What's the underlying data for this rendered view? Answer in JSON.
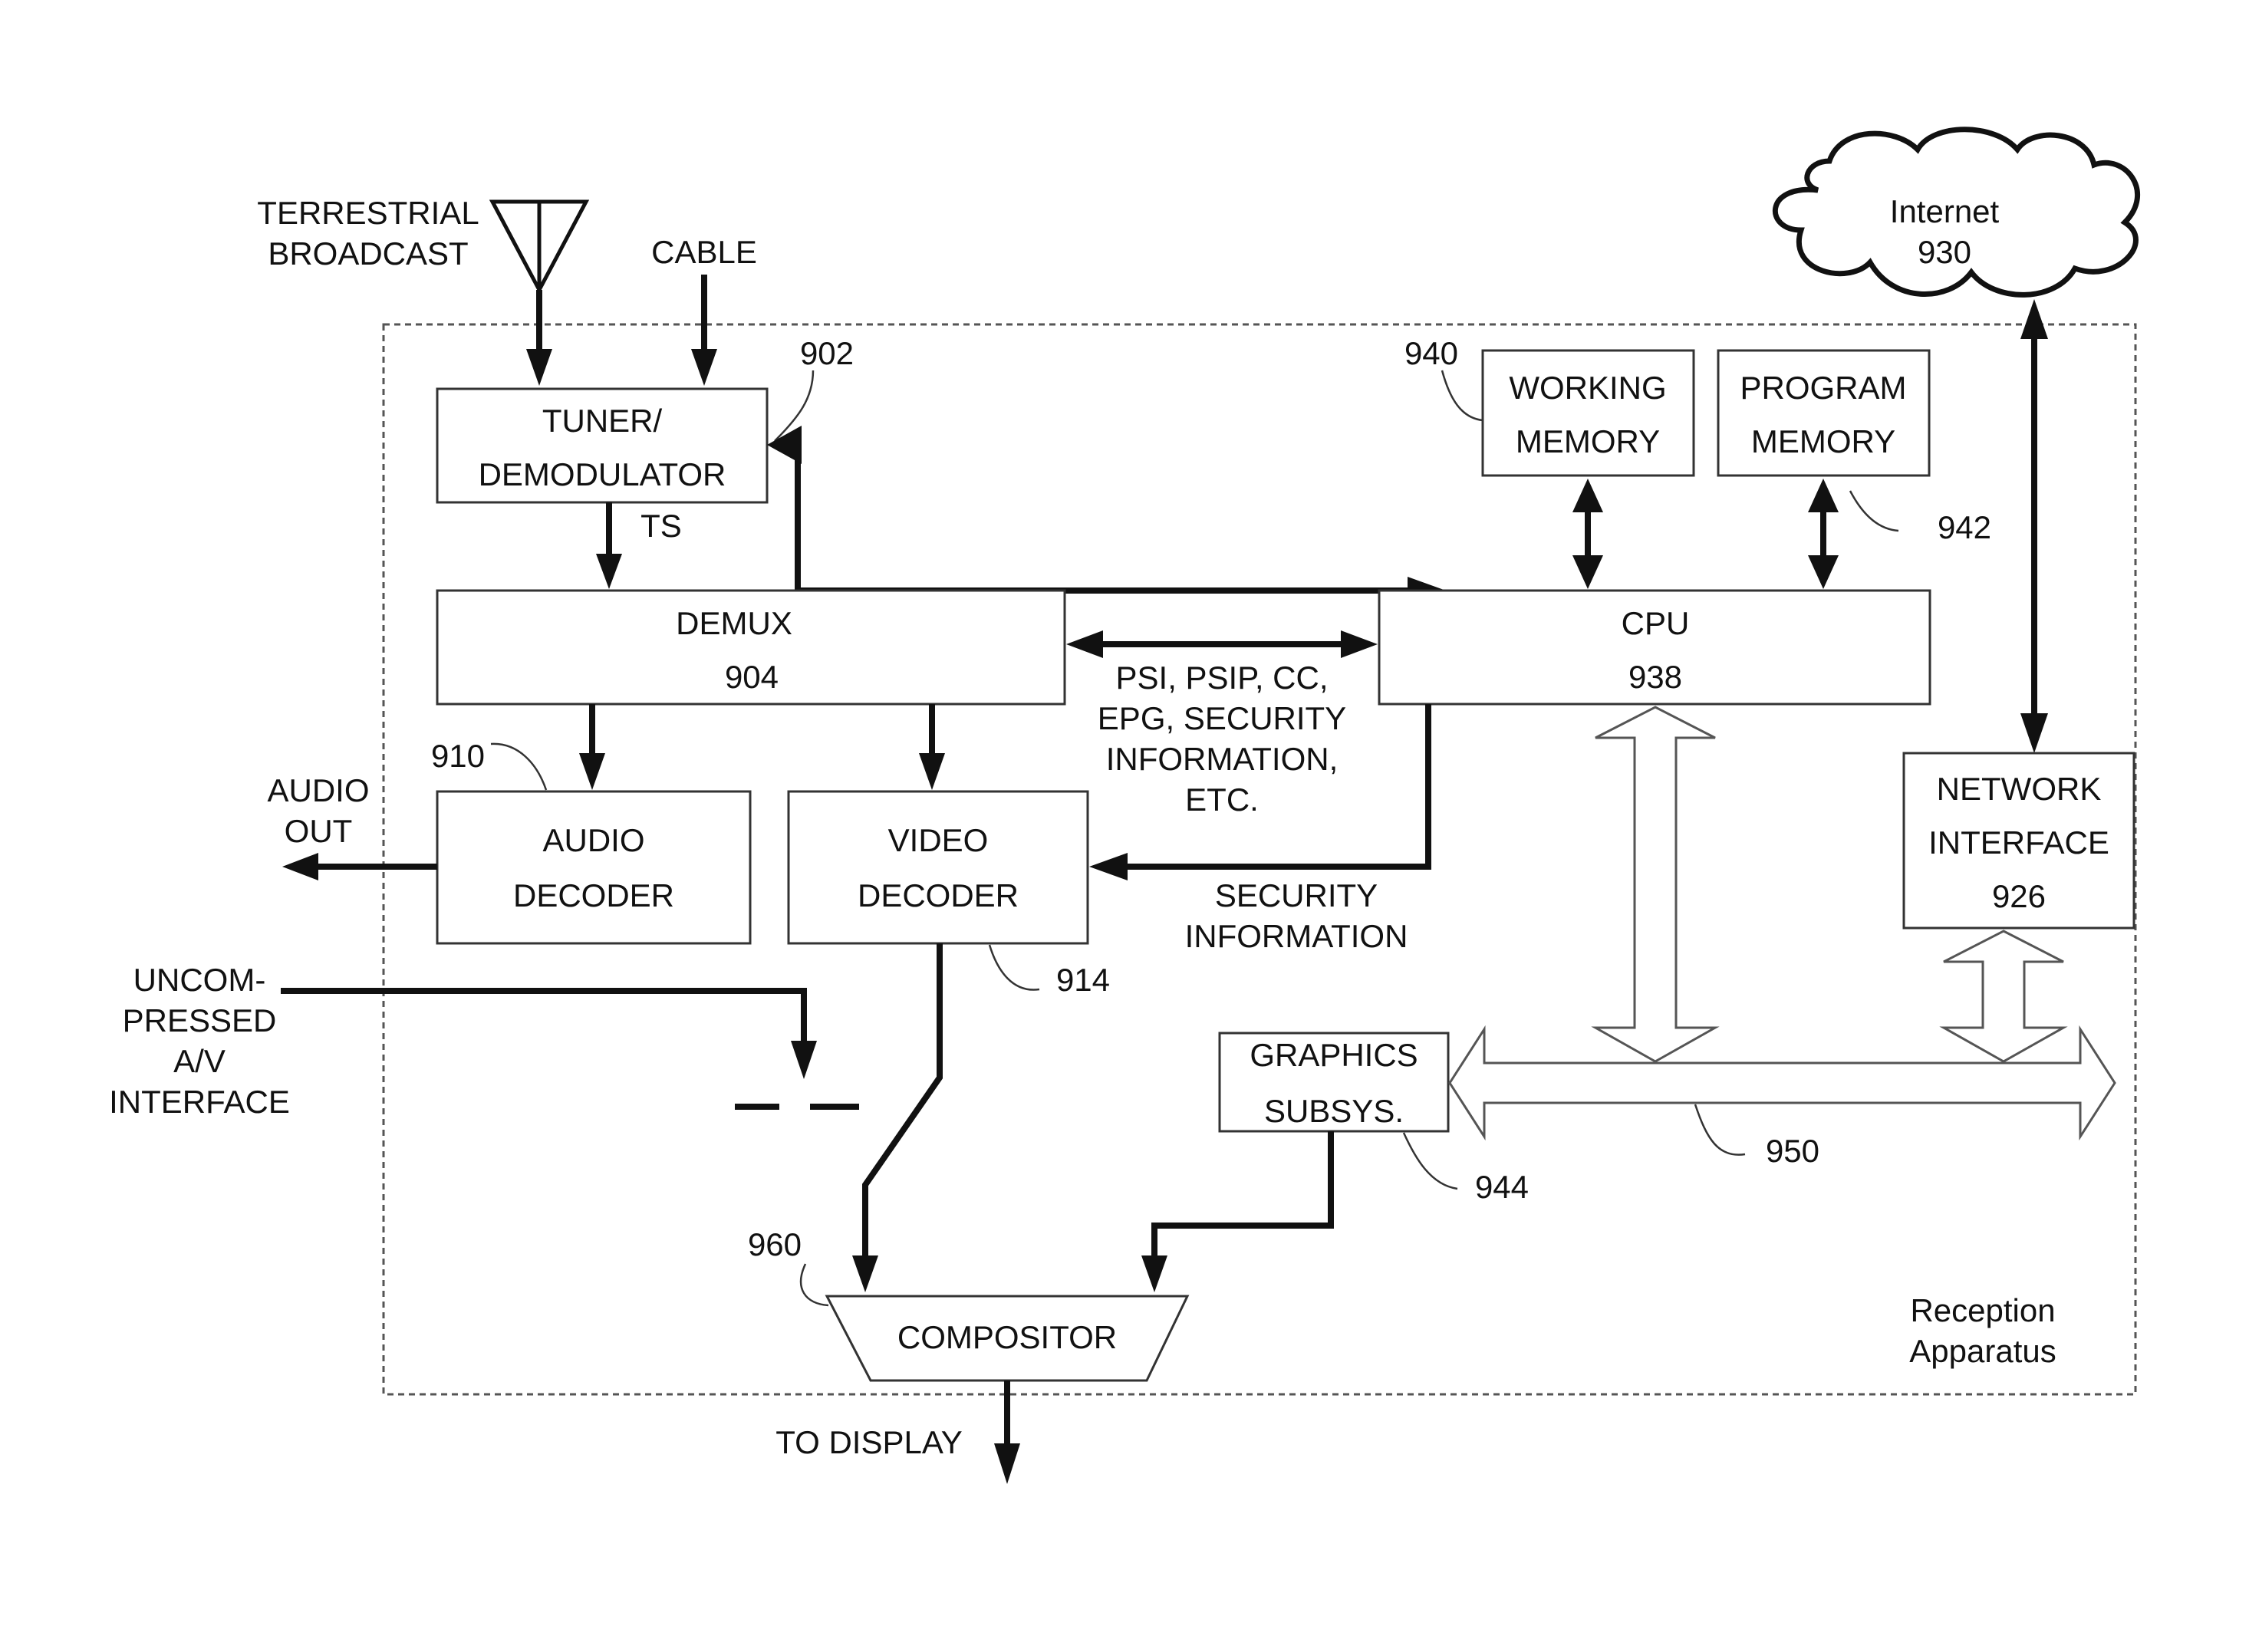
{
  "inputs": {
    "terrestrial": [
      "TERRESTRIAL",
      "BROADCAST"
    ],
    "cable": "CABLE",
    "uncompressed": [
      "UNCOM-",
      "PRESSED",
      "A/V",
      "INTERFACE"
    ]
  },
  "blocks": {
    "tuner": {
      "lines": [
        "TUNER/",
        "DEMODULATOR"
      ],
      "ref": "902"
    },
    "ts_label": "TS",
    "demux": {
      "name": "DEMUX",
      "ref": "904"
    },
    "cpu": {
      "name": "CPU",
      "ref": "938"
    },
    "working_memory": {
      "lines": [
        "WORKING",
        "MEMORY"
      ],
      "ref": "940"
    },
    "program_memory": {
      "lines": [
        "PROGRAM",
        "MEMORY"
      ],
      "ref": "942"
    },
    "audio_decoder": {
      "lines": [
        "AUDIO",
        "DECODER"
      ],
      "ref": "910"
    },
    "video_decoder": {
      "lines": [
        "VIDEO",
        "DECODER"
      ],
      "ref": "914"
    },
    "network_interface": {
      "lines": [
        "NETWORK",
        "INTERFACE"
      ],
      "ref": "926"
    },
    "graphics": {
      "lines": [
        "GRAPHICS",
        "SUBSYS."
      ],
      "ref": "944"
    },
    "compositor": {
      "name": "COMPOSITOR",
      "ref": "960"
    },
    "bus_ref": "950"
  },
  "labels": {
    "psi": [
      "PSI, PSIP, CC,",
      "EPG, SECURITY",
      "INFORMATION,",
      "ETC."
    ],
    "security": [
      "SECURITY",
      "INFORMATION"
    ],
    "audio_out": [
      "AUDIO",
      "OUT"
    ],
    "to_display": "TO DISPLAY",
    "reception": [
      "Reception",
      "Apparatus"
    ]
  },
  "cloud": {
    "name": "Internet",
    "ref": "930"
  }
}
